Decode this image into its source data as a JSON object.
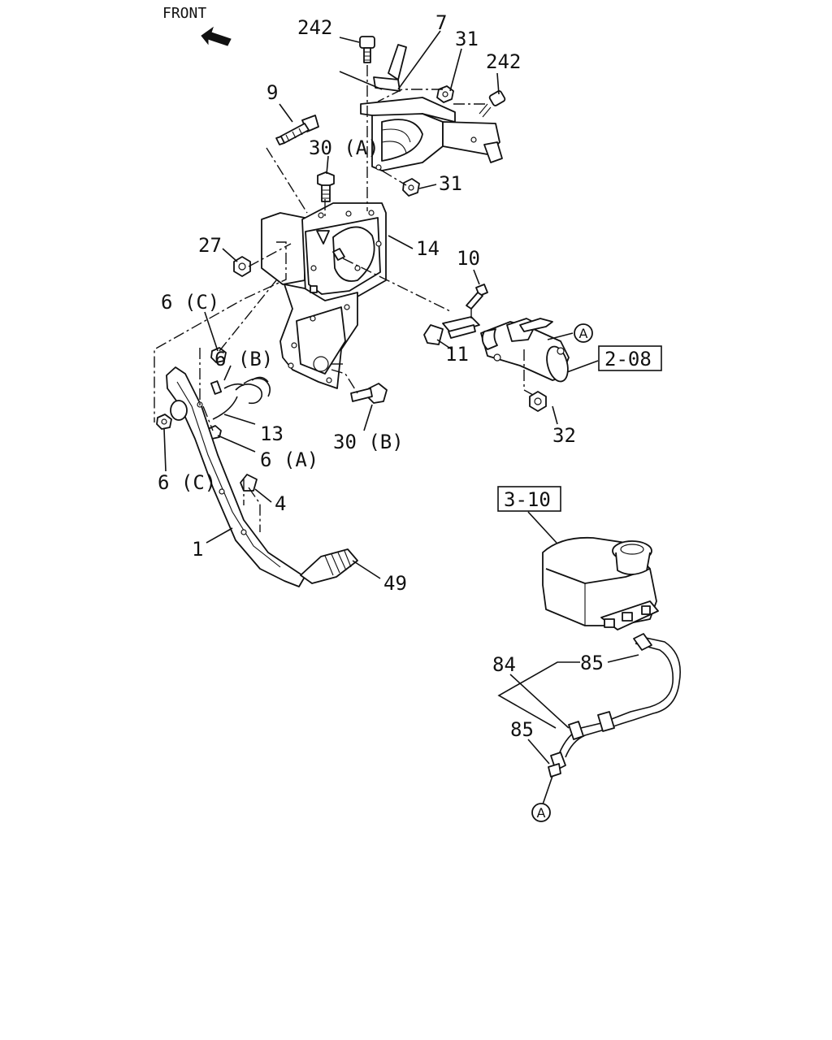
{
  "direction_label": "FRONT",
  "callouts": {
    "p242_top": "242",
    "p7": "7",
    "p31_top": "31",
    "p242_right": "242",
    "p9": "9",
    "p30a": "30 (A)",
    "p31_mid": "31",
    "p27": "27",
    "p14": "14",
    "p10": "10",
    "p6c_upper": "6 (C)",
    "p6b": "6 (B)",
    "p11": "11",
    "p13": "13",
    "p30b": "30 (B)",
    "p32": "32",
    "p6a": "6 (A)",
    "p6c_lower": "6 (C)",
    "p4": "4",
    "p1": "1",
    "p49": "49",
    "p84": "84",
    "p85_upper": "85",
    "p85_lower": "85"
  },
  "references": {
    "ref_2_08": "2-08",
    "ref_3_10": "3-10"
  },
  "connectors": {
    "a_upper": "A",
    "a_lower": "A"
  }
}
